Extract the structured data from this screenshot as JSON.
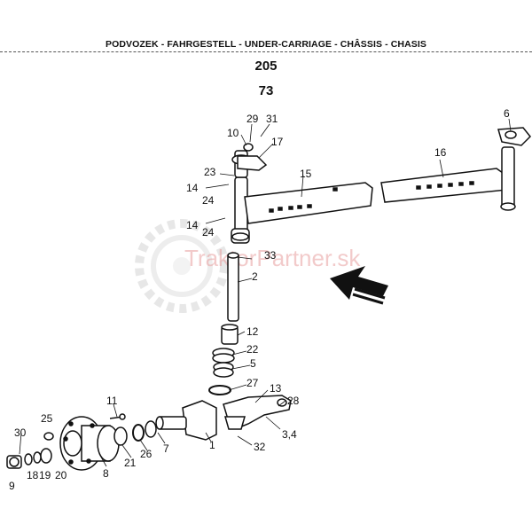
{
  "header": {
    "title": "PODVOZEK - FAHRGESTELL - UNDER-CARRIAGE - CHÂSSIS - CHASIS",
    "section": "205",
    "page": "73"
  },
  "watermark": {
    "text": "TraktorPartner.sk",
    "color": "#e8a0a0"
  },
  "callouts": [
    "29",
    "31",
    "6",
    "10",
    "17",
    "16",
    "23",
    "15",
    "14",
    "24",
    "14",
    "24",
    "33",
    "2",
    "12",
    "22",
    "5",
    "27",
    "13",
    "28",
    "11",
    "25",
    "30",
    "3,4",
    "7",
    "1",
    "32",
    "26",
    "21",
    "8",
    "9",
    "18",
    "19",
    "20"
  ]
}
